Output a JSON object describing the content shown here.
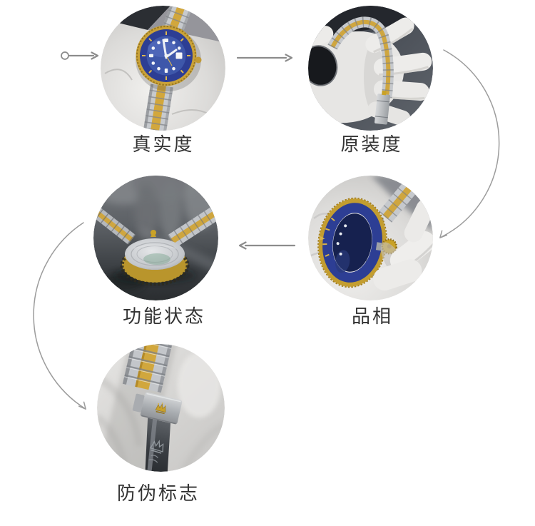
{
  "flow": {
    "steps": [
      {
        "label": "真实度",
        "photo": "watch-front-blue-dial-in-gloved-hand"
      },
      {
        "label": "原装度",
        "photo": "watch-bracelet-clasp-open-on-gloved-palm"
      },
      {
        "label": "品相",
        "photo": "watch-side-crown-and-bezel-in-gloved-hand"
      },
      {
        "label": "功能状态",
        "photo": "watch-caseback-lying-on-dark-surface"
      },
      {
        "label": "防伪标志",
        "photo": "bracelet-clasp-crown-logo-closeup"
      }
    ],
    "connectors": [
      {
        "type": "start-arrow-right",
        "from": "start",
        "to": "真实度"
      },
      {
        "type": "arrow-right",
        "from": "真实度",
        "to": "原装度"
      },
      {
        "type": "curve-down-right",
        "from": "原装度",
        "to": "品相"
      },
      {
        "type": "arrow-left",
        "from": "品相",
        "to": "功能状态"
      },
      {
        "type": "curve-down-left",
        "from": "功能状态",
        "to": "防伪标志"
      }
    ],
    "colors": {
      "background": "#ffffff",
      "arrow": "#8c8c8c",
      "curve": "#9c9c9c",
      "label_text": "#333333",
      "watch_gold": "#d1a73d",
      "watch_blue_dial": "#3e57aa",
      "watch_blue_bezel": "#2d3e94"
    }
  }
}
